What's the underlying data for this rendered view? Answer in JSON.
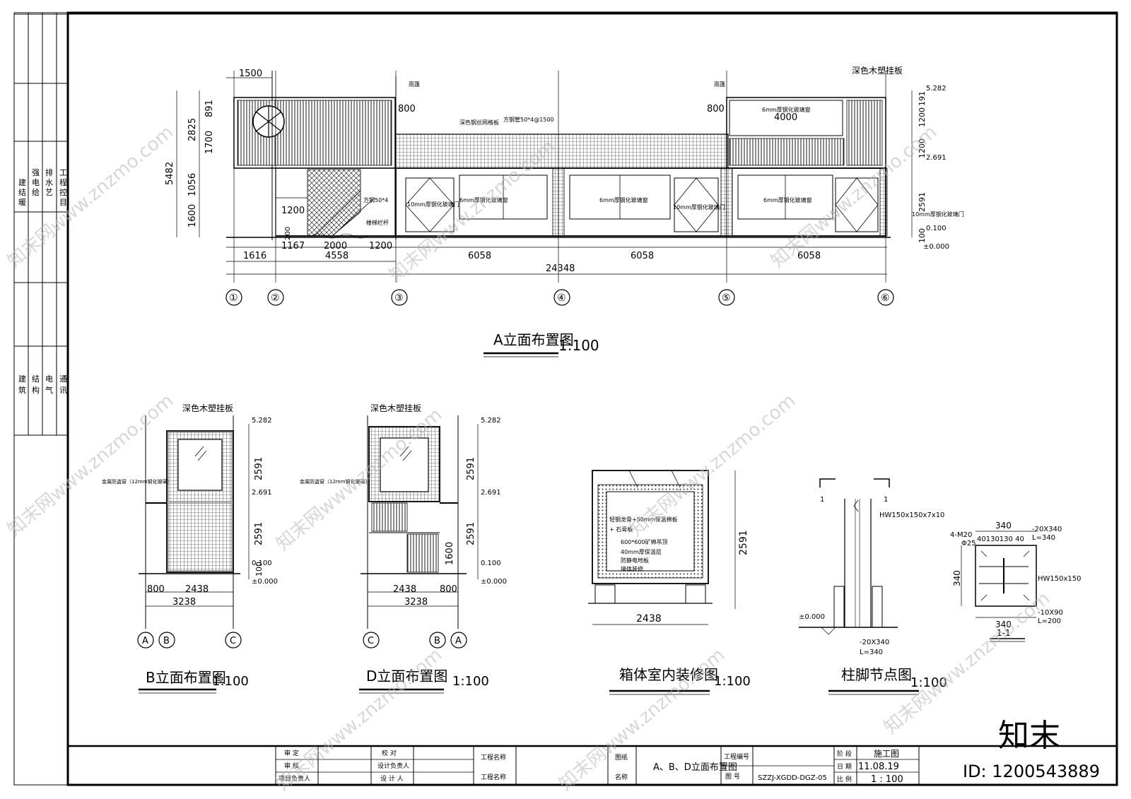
{
  "side_strip": {
    "top_cells": [
      "建",
      "结",
      "暖",
      "强",
      "电",
      "给",
      "排",
      "水",
      "艺",
      "工",
      "程",
      "控",
      "目"
    ],
    "bottom_cells": [
      "建",
      "筑",
      "结",
      "构",
      "电",
      "气",
      "通",
      "讯"
    ]
  },
  "elevation_a": {
    "title": "A立面布置图",
    "scale": "1:100",
    "dims_top": [
      "1500",
      "800",
      "800",
      "4000"
    ],
    "dims_left": [
      "2825",
      "891",
      "1700",
      "5482",
      "1056",
      "1600"
    ],
    "dims_inner": [
      "1200",
      "1200"
    ],
    "dims_bottom_1": [
      "200",
      "1167",
      "2000",
      "1200"
    ],
    "dims_bottom_2": [
      "1616",
      "4558",
      "6058",
      "6058",
      "6058"
    ],
    "dim_total": "24348",
    "dims_right": [
      "191",
      "1200",
      "1200",
      "2591",
      "100"
    ],
    "levels": [
      "5.282",
      "2.691",
      "0.100",
      "±0.000"
    ],
    "axes": [
      "①",
      "②",
      "③",
      "④",
      "⑤",
      "⑥"
    ],
    "notes": [
      "深色木塑挂板",
      "10mm厚钢化玻璃门",
      "6mm厚钢化玻璃窗",
      "方钢管50*4@1500",
      "深色钢丝网格板",
      "方钢50*4",
      "楼梯栏杆",
      "6mm厚钢化玻璃窗",
      "10mm厚钢化玻璃门",
      "6mm厚钢化玻璃窗",
      "10mm厚钢化玻璃门",
      "6mm厚钢化玻璃窗",
      "雨篷",
      "雨篷"
    ]
  },
  "elevation_b": {
    "title": "B立面布置图",
    "scale": "1:100",
    "note_top": "深色木塑挂板",
    "note_side": "金属防盗窗（12mm钢化玻璃）",
    "dims": [
      "800",
      "2438",
      "3238",
      "2591",
      "2591",
      "100"
    ],
    "levels": [
      "5.282",
      "2.691",
      "0.100",
      "±0.000"
    ],
    "axes": [
      "A",
      "B",
      "C"
    ]
  },
  "elevation_d": {
    "title": "D立面布置图",
    "scale": "1:100",
    "note_top": "深色木塑挂板",
    "note_side": "金属防盗窗（12mm钢化玻璃）",
    "dims": [
      "2438",
      "800",
      "3238",
      "2591",
      "2591",
      "1600"
    ],
    "levels": [
      "5.282",
      "2.691",
      "0.100",
      "±0.000"
    ],
    "axes": [
      "C",
      "B",
      "A"
    ]
  },
  "interior": {
    "title": "箱体室内装修图",
    "scale": "1:100",
    "dim_w": "2438",
    "dim_h": "2591",
    "notes": [
      "轻钢龙骨+50mm保温棉板",
      "+ 石膏板",
      "600*600矿棉吊顶",
      "40mm厚保温层",
      "防静电地板",
      "墙体装修"
    ]
  },
  "column": {
    "title": "柱脚节点图",
    "scale": "1:100",
    "section_mark": "1",
    "notes": [
      "HW150x150x7x10",
      "-20X340",
      "L=340",
      "±0.000"
    ]
  },
  "section": {
    "title": "1-1",
    "notes": [
      "340",
      "-20X340",
      "L=340",
      "4-M20",
      "Φ25",
      "HW150x150",
      "-10X90",
      "L=200",
      "340",
      "340"
    ],
    "dims_row": "40130130 40"
  },
  "title_block": {
    "labels": [
      "审 定",
      "审 核",
      "项目负责人",
      "校 对",
      "设计负责人",
      "设 计 人",
      "工程名称",
      "工程名称",
      "图纸",
      "名称",
      "工程编号",
      "图 号",
      "阶 段",
      "日 期",
      "比 例"
    ],
    "drawing_name": "A、B、D立面布置图",
    "drawing_no": "SZZJ-XGDD-DGZ-05",
    "stage": "施工图",
    "date": "11.08.19",
    "scale": "1 : 100"
  },
  "watermark": {
    "site": "知末网www.znzmo.com",
    "logo": "知末",
    "id": "ID: 1200543889"
  }
}
